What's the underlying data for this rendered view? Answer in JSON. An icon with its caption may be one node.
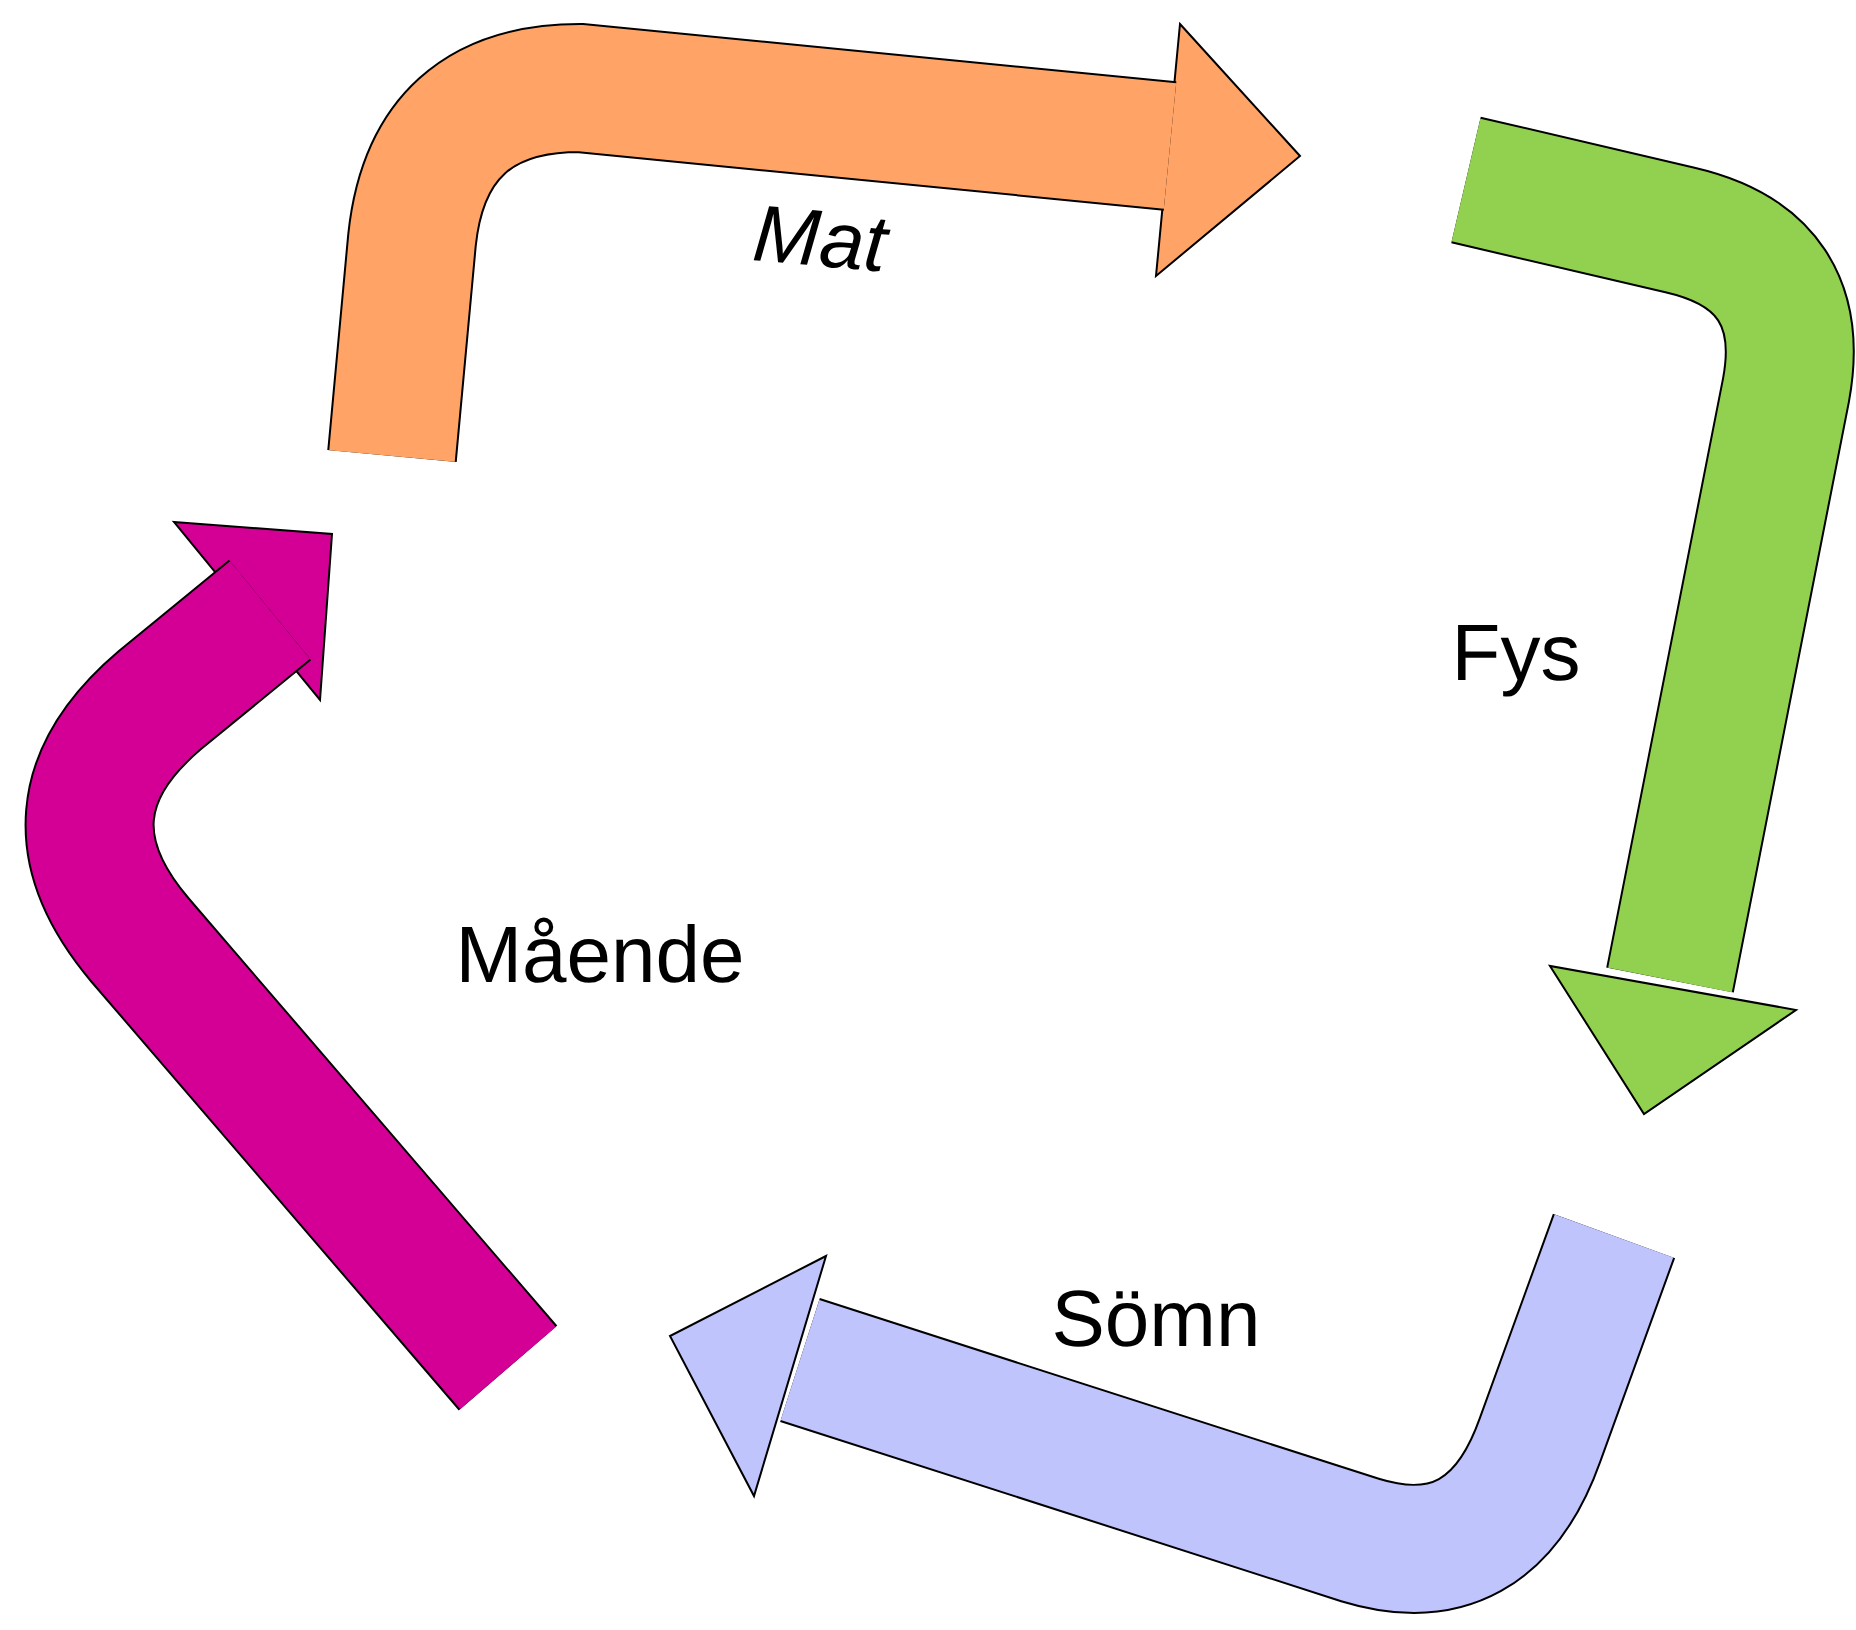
{
  "diagram": {
    "nodes": [
      {
        "text": [
          "Mat"
        ]
      },
      {
        "text": [
          "Fys"
        ]
      },
      {
        "text": [
          "Sömn"
        ]
      },
      {
        "text": [
          "Mående"
        ]
      }
    ]
  }
}
